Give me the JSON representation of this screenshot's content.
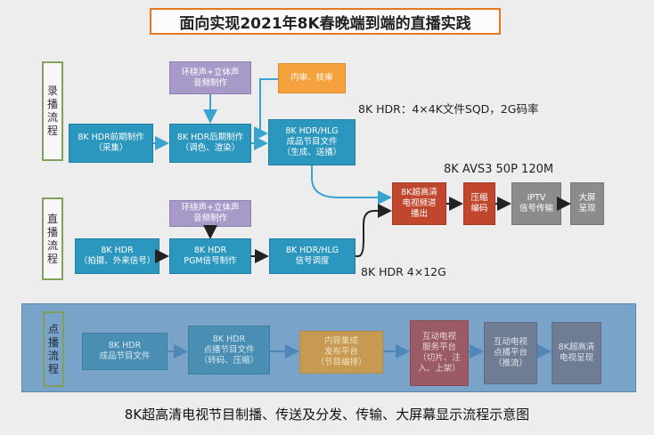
{
  "title": "面向实现2021年8K春晚端到端的直播实践",
  "caption": "8K超高清电视节目制播、传送及分发、传输、大屏幕显示流程示意图",
  "lanes": {
    "record": "录播流程",
    "live": "直播流程",
    "vod": "点播流程"
  },
  "record": {
    "audio_top": "环绕声+立体声\n音频制作",
    "review": "内审、技审",
    "pre": "8K HDR前期制作\n（采集）",
    "post": "8K HDR后期制作\n（调色、渲染）",
    "finished": "8K HDR/HLG\n成品节目文件\n（生成、送播）",
    "note": "8K HDR：4×4K文件SQD，2G码率"
  },
  "live": {
    "audio": "环绕声+立体声\n音频制作",
    "shoot": "8K HDR\n（拍摄、外来信号）",
    "pgm": "8K HDR\nPGM信号制作",
    "dispatch": "8K HDR/HLG\n信号调度",
    "note": "8K HDR  4×12G"
  },
  "broadcast": {
    "channel": "8K超高清\n电视频道\n播出",
    "compress": "压缩\n编码",
    "iptv": "IPTV\n信号传输",
    "screen": "大屏\n呈现",
    "note": "8K AVS3 50P 120M"
  },
  "vod": {
    "finished": "8K HDR\n成品节目文件",
    "vod_file": "8K HDR\n点播节目文件\n（转码、压缩）",
    "publish": "内容集成\n发布平台\n（节目编排）",
    "service": "互动电视\n服务平台\n（切片、注\n入、上架）",
    "vod_platform": "互动电视\n点播平台\n（推流）",
    "display": "8K超高清\n电视呈现"
  },
  "colors": {
    "title_border": "#e8781f",
    "lane_border": "#7fa15a",
    "teal": "#2b96be",
    "purple": "#a79ac8",
    "orange": "#f5a23e",
    "red": "#c0462e",
    "gray": "#8c8c8c",
    "arrow_blue": "#3aa3cf",
    "arrow_dark": "#222222"
  }
}
